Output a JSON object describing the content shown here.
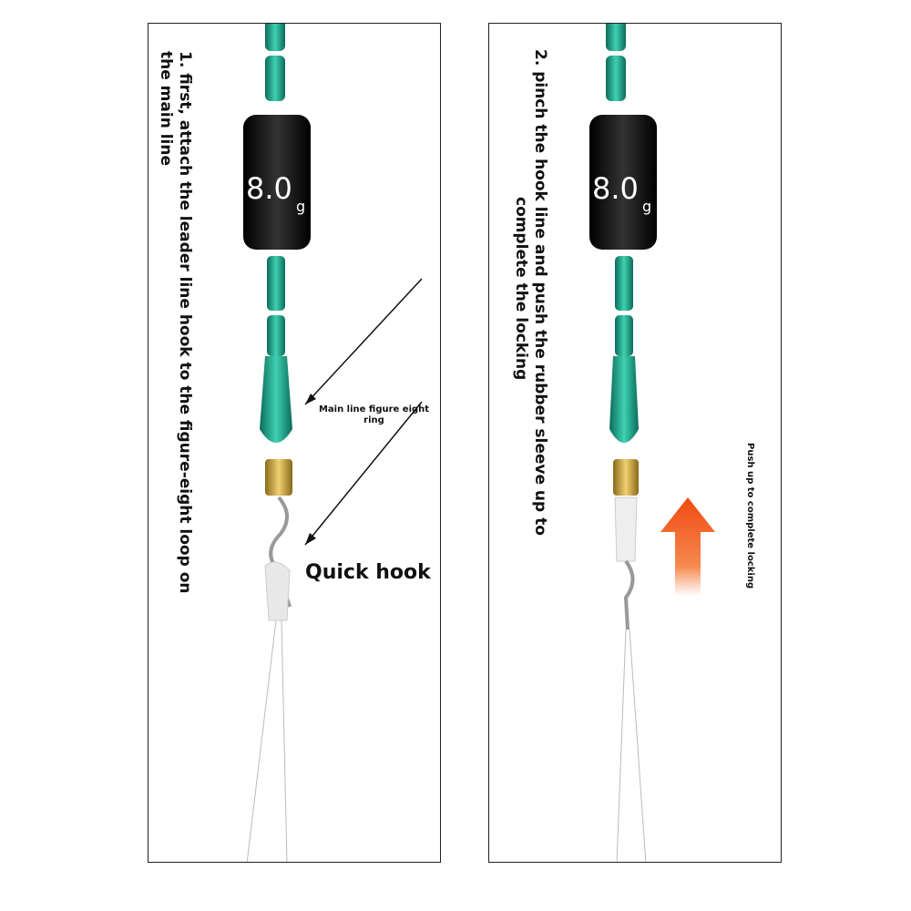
{
  "step1": {
    "instruction_line1": "1. first, attach the leader line hook to the figure-eight loop on",
    "instruction_line2": "the main line",
    "callout": "Main line figure eight ring",
    "quick_hook": "Quick hook",
    "weight_label": "8.0",
    "weight_unit": "g"
  },
  "step2": {
    "instruction_line1": "2. pinch the hook line and push the rubber sleeve up to",
    "instruction_line2": "complete the locking",
    "arrow_note": "Push up to complete locking",
    "weight_label": "8.0",
    "weight_unit": "g"
  },
  "colors": {
    "bead": "#1f9e86",
    "weight": "#111111",
    "brass": "#c9a23a",
    "arrow": "#f05a1a"
  }
}
